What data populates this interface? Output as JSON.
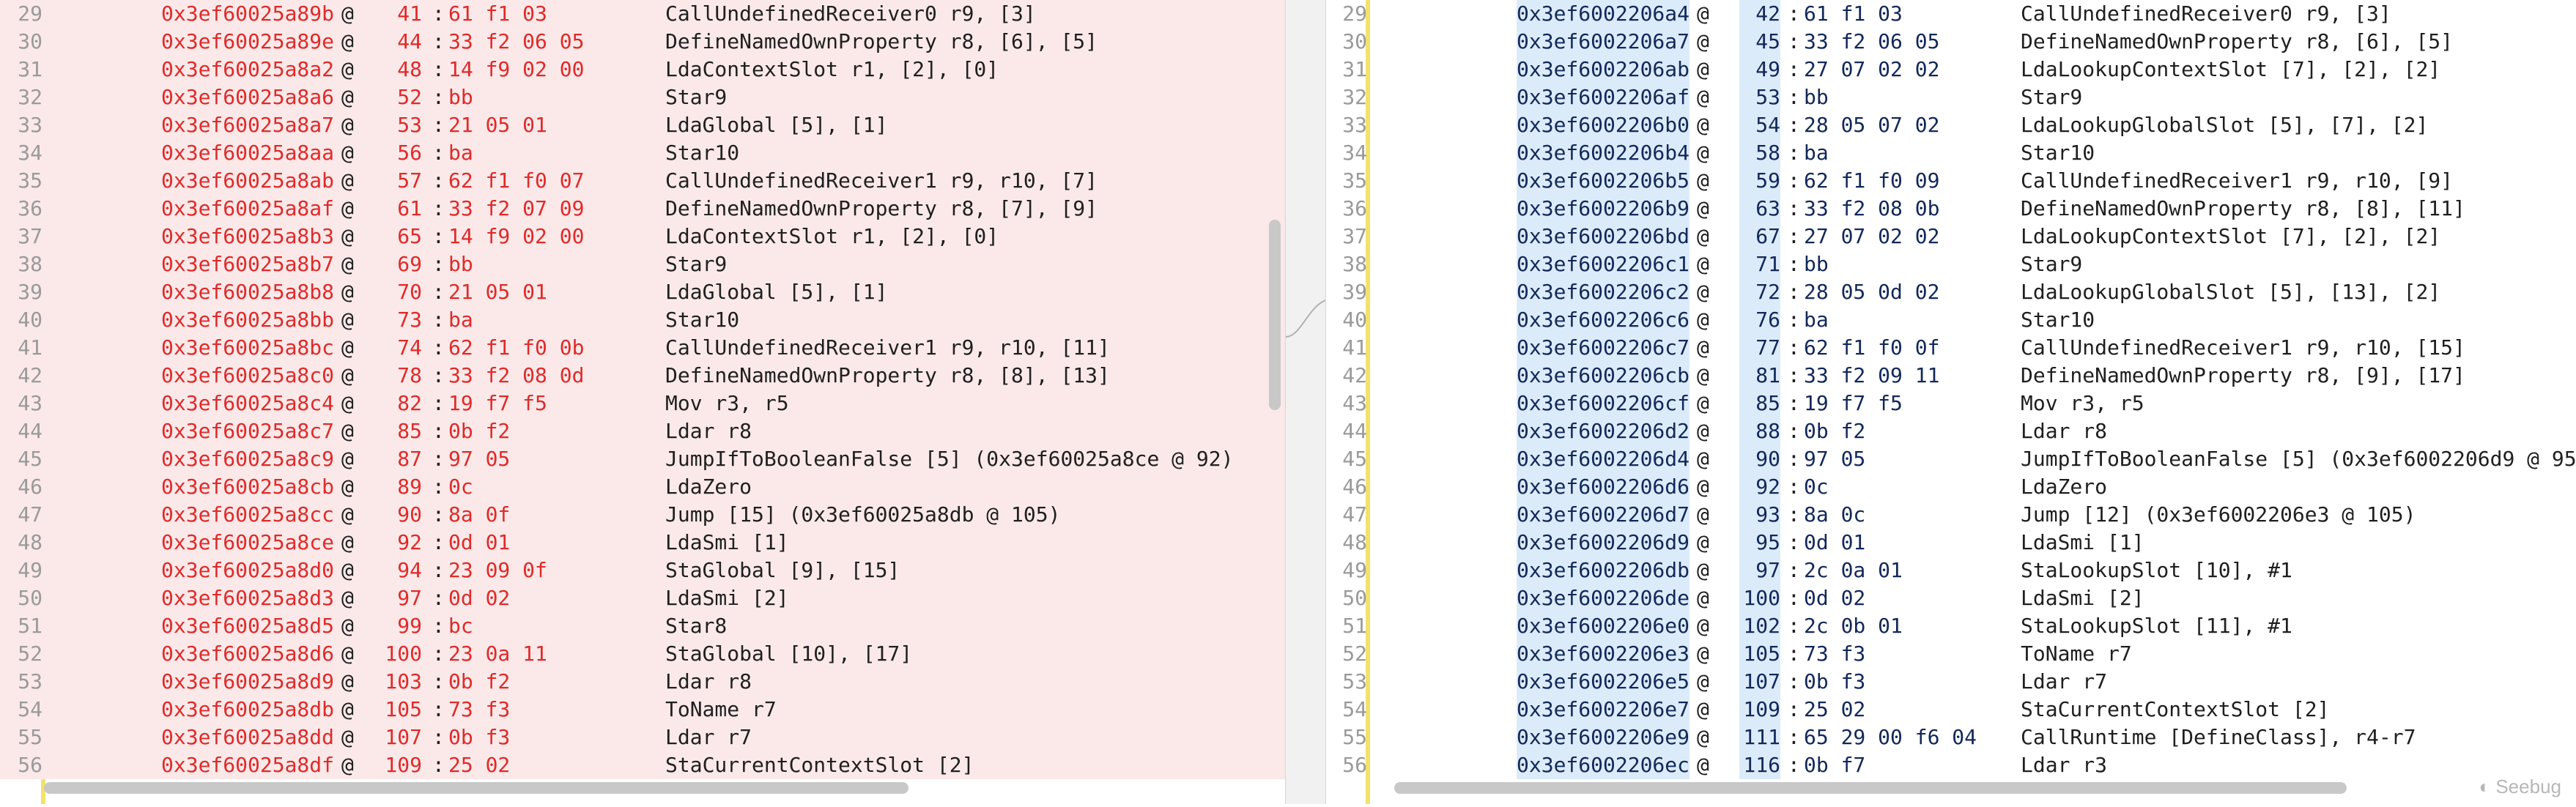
{
  "left": {
    "rows": [
      {
        "ln": "29",
        "addr": "0x3ef60025a89b",
        "off": "41",
        "bytes": "61 f1 03",
        "instr": "CallUndefinedReceiver0 r9, [3]"
      },
      {
        "ln": "30",
        "addr": "0x3ef60025a89e",
        "off": "44",
        "bytes": "33 f2 06 05",
        "instr": "DefineNamedOwnProperty r8, [6], [5]"
      },
      {
        "ln": "31",
        "addr": "0x3ef60025a8a2",
        "off": "48",
        "bytes": "14 f9 02 00",
        "instr": "LdaContextSlot r1, [2], [0]"
      },
      {
        "ln": "32",
        "addr": "0x3ef60025a8a6",
        "off": "52",
        "bytes": "bb",
        "instr": "Star9"
      },
      {
        "ln": "33",
        "addr": "0x3ef60025a8a7",
        "off": "53",
        "bytes": "21 05 01",
        "instr": "LdaGlobal [5], [1]"
      },
      {
        "ln": "34",
        "addr": "0x3ef60025a8aa",
        "off": "56",
        "bytes": "ba",
        "instr": "Star10"
      },
      {
        "ln": "35",
        "addr": "0x3ef60025a8ab",
        "off": "57",
        "bytes": "62 f1 f0 07",
        "instr": "CallUndefinedReceiver1 r9, r10, [7]"
      },
      {
        "ln": "36",
        "addr": "0x3ef60025a8af",
        "off": "61",
        "bytes": "33 f2 07 09",
        "instr": "DefineNamedOwnProperty r8, [7], [9]"
      },
      {
        "ln": "37",
        "addr": "0x3ef60025a8b3",
        "off": "65",
        "bytes": "14 f9 02 00",
        "instr": "LdaContextSlot r1, [2], [0]"
      },
      {
        "ln": "38",
        "addr": "0x3ef60025a8b7",
        "off": "69",
        "bytes": "bb",
        "instr": "Star9"
      },
      {
        "ln": "39",
        "addr": "0x3ef60025a8b8",
        "off": "70",
        "bytes": "21 05 01",
        "instr": "LdaGlobal [5], [1]"
      },
      {
        "ln": "40",
        "addr": "0x3ef60025a8bb",
        "off": "73",
        "bytes": "ba",
        "instr": "Star10"
      },
      {
        "ln": "41",
        "addr": "0x3ef60025a8bc",
        "off": "74",
        "bytes": "62 f1 f0 0b",
        "instr": "CallUndefinedReceiver1 r9, r10, [11]"
      },
      {
        "ln": "42",
        "addr": "0x3ef60025a8c0",
        "off": "78",
        "bytes": "33 f2 08 0d",
        "instr": "DefineNamedOwnProperty r8, [8], [13]"
      },
      {
        "ln": "43",
        "addr": "0x3ef60025a8c4",
        "off": "82",
        "bytes": "19 f7 f5",
        "instr": "Mov r3, r5"
      },
      {
        "ln": "44",
        "addr": "0x3ef60025a8c7",
        "off": "85",
        "bytes": "0b f2",
        "instr": "Ldar r8"
      },
      {
        "ln": "45",
        "addr": "0x3ef60025a8c9",
        "off": "87",
        "bytes": "97 05",
        "instr": "JumpIfToBooleanFalse [5] (0x3ef60025a8ce @ 92)"
      },
      {
        "ln": "46",
        "addr": "0x3ef60025a8cb",
        "off": "89",
        "bytes": "0c",
        "instr": "LdaZero"
      },
      {
        "ln": "47",
        "addr": "0x3ef60025a8cc",
        "off": "90",
        "bytes": "8a 0f",
        "instr": "Jump [15] (0x3ef60025a8db @ 105)"
      },
      {
        "ln": "48",
        "addr": "0x3ef60025a8ce",
        "off": "92",
        "bytes": "0d 01",
        "instr": "LdaSmi [1]"
      },
      {
        "ln": "49",
        "addr": "0x3ef60025a8d0",
        "off": "94",
        "bytes": "23 09 0f",
        "instr": "StaGlobal [9], [15]"
      },
      {
        "ln": "50",
        "addr": "0x3ef60025a8d3",
        "off": "97",
        "bytes": "0d 02",
        "instr": "LdaSmi [2]"
      },
      {
        "ln": "51",
        "addr": "0x3ef60025a8d5",
        "off": "99",
        "bytes": "bc",
        "instr": "Star8"
      },
      {
        "ln": "52",
        "addr": "0x3ef60025a8d6",
        "off": "100",
        "bytes": "23 0a 11",
        "instr": "StaGlobal [10], [17]"
      },
      {
        "ln": "53",
        "addr": "0x3ef60025a8d9",
        "off": "103",
        "bytes": "0b f2",
        "instr": "Ldar r8"
      },
      {
        "ln": "54",
        "addr": "0x3ef60025a8db",
        "off": "105",
        "bytes": "73 f3",
        "instr": "ToName r7"
      },
      {
        "ln": "55",
        "addr": "0x3ef60025a8dd",
        "off": "107",
        "bytes": "0b f3",
        "instr": "Ldar r7"
      },
      {
        "ln": "56",
        "addr": "0x3ef60025a8df",
        "off": "109",
        "bytes": "25 02",
        "instr": "StaCurrentContextSlot [2]"
      }
    ]
  },
  "right": {
    "rows": [
      {
        "ln": "29",
        "addr": "0x3ef6002206a4",
        "off": "42",
        "bytes": "61 f1 03",
        "instr": "CallUndefinedReceiver0 r9, [3]"
      },
      {
        "ln": "30",
        "addr": "0x3ef6002206a7",
        "off": "45",
        "bytes": "33 f2 06 05",
        "instr": "DefineNamedOwnProperty r8, [6], [5]"
      },
      {
        "ln": "31",
        "addr": "0x3ef6002206ab",
        "off": "49",
        "bytes": "27 07 02 02",
        "instr": "LdaLookupContextSlot [7], [2], [2]"
      },
      {
        "ln": "32",
        "addr": "0x3ef6002206af",
        "off": "53",
        "bytes": "bb",
        "instr": "Star9"
      },
      {
        "ln": "33",
        "addr": "0x3ef6002206b0",
        "off": "54",
        "bytes": "28 05 07 02",
        "instr": "LdaLookupGlobalSlot [5], [7], [2]"
      },
      {
        "ln": "34",
        "addr": "0x3ef6002206b4",
        "off": "58",
        "bytes": "ba",
        "instr": "Star10"
      },
      {
        "ln": "35",
        "addr": "0x3ef6002206b5",
        "off": "59",
        "bytes": "62 f1 f0 09",
        "instr": "CallUndefinedReceiver1 r9, r10, [9]"
      },
      {
        "ln": "36",
        "addr": "0x3ef6002206b9",
        "off": "63",
        "bytes": "33 f2 08 0b",
        "instr": "DefineNamedOwnProperty r8, [8], [11]"
      },
      {
        "ln": "37",
        "addr": "0x3ef6002206bd",
        "off": "67",
        "bytes": "27 07 02 02",
        "instr": "LdaLookupContextSlot [7], [2], [2]"
      },
      {
        "ln": "38",
        "addr": "0x3ef6002206c1",
        "off": "71",
        "bytes": "bb",
        "instr": "Star9"
      },
      {
        "ln": "39",
        "addr": "0x3ef6002206c2",
        "off": "72",
        "bytes": "28 05 0d 02",
        "instr": "LdaLookupGlobalSlot [5], [13], [2]"
      },
      {
        "ln": "40",
        "addr": "0x3ef6002206c6",
        "off": "76",
        "bytes": "ba",
        "instr": "Star10"
      },
      {
        "ln": "41",
        "addr": "0x3ef6002206c7",
        "off": "77",
        "bytes": "62 f1 f0 0f",
        "instr": "CallUndefinedReceiver1 r9, r10, [15]"
      },
      {
        "ln": "42",
        "addr": "0x3ef6002206cb",
        "off": "81",
        "bytes": "33 f2 09 11",
        "instr": "DefineNamedOwnProperty r8, [9], [17]"
      },
      {
        "ln": "43",
        "addr": "0x3ef6002206cf",
        "off": "85",
        "bytes": "19 f7 f5",
        "instr": "Mov r3, r5"
      },
      {
        "ln": "44",
        "addr": "0x3ef6002206d2",
        "off": "88",
        "bytes": "0b f2",
        "instr": "Ldar r8"
      },
      {
        "ln": "45",
        "addr": "0x3ef6002206d4",
        "off": "90",
        "bytes": "97 05",
        "instr": "JumpIfToBooleanFalse [5] (0x3ef6002206d9 @ 95)"
      },
      {
        "ln": "46",
        "addr": "0x3ef6002206d6",
        "off": "92",
        "bytes": "0c",
        "instr": "LdaZero"
      },
      {
        "ln": "47",
        "addr": "0x3ef6002206d7",
        "off": "93",
        "bytes": "8a 0c",
        "instr": "Jump [12] (0x3ef6002206e3 @ 105)"
      },
      {
        "ln": "48",
        "addr": "0x3ef6002206d9",
        "off": "95",
        "bytes": "0d 01",
        "instr": "LdaSmi [1]"
      },
      {
        "ln": "49",
        "addr": "0x3ef6002206db",
        "off": "97",
        "bytes": "2c 0a 01",
        "instr": "StaLookupSlot [10], #1"
      },
      {
        "ln": "50",
        "addr": "0x3ef6002206de",
        "off": "100",
        "bytes": "0d 02",
        "instr": "LdaSmi [2]"
      },
      {
        "ln": "51",
        "addr": "0x3ef6002206e0",
        "off": "102",
        "bytes": "2c 0b 01",
        "instr": "StaLookupSlot [11], #1"
      },
      {
        "ln": "52",
        "addr": "0x3ef6002206e3",
        "off": "105",
        "bytes": "73 f3",
        "instr": "ToName r7"
      },
      {
        "ln": "53",
        "addr": "0x3ef6002206e5",
        "off": "107",
        "bytes": "0b f3",
        "instr": "Ldar r7"
      },
      {
        "ln": "54",
        "addr": "0x3ef6002206e7",
        "off": "109",
        "bytes": "25 02",
        "instr": "StaCurrentContextSlot [2]"
      },
      {
        "ln": "55",
        "addr": "0x3ef6002206e9",
        "off": "111",
        "bytes": "65 29 00 f6 04",
        "instr": "CallRuntime [DefineClass], r4-r7"
      },
      {
        "ln": "56",
        "addr": "0x3ef6002206ec",
        "off": "116",
        "bytes": "0b f7",
        "instr": "Ldar r3"
      }
    ]
  },
  "watermark": {
    "text": "Seebug"
  },
  "colors": {
    "left_bg": "#fbe9e9",
    "left_text": "#e02a2a",
    "right_text": "#12285a",
    "right_highlight": "#dcebfa",
    "change_bar": "#f3e26a"
  }
}
